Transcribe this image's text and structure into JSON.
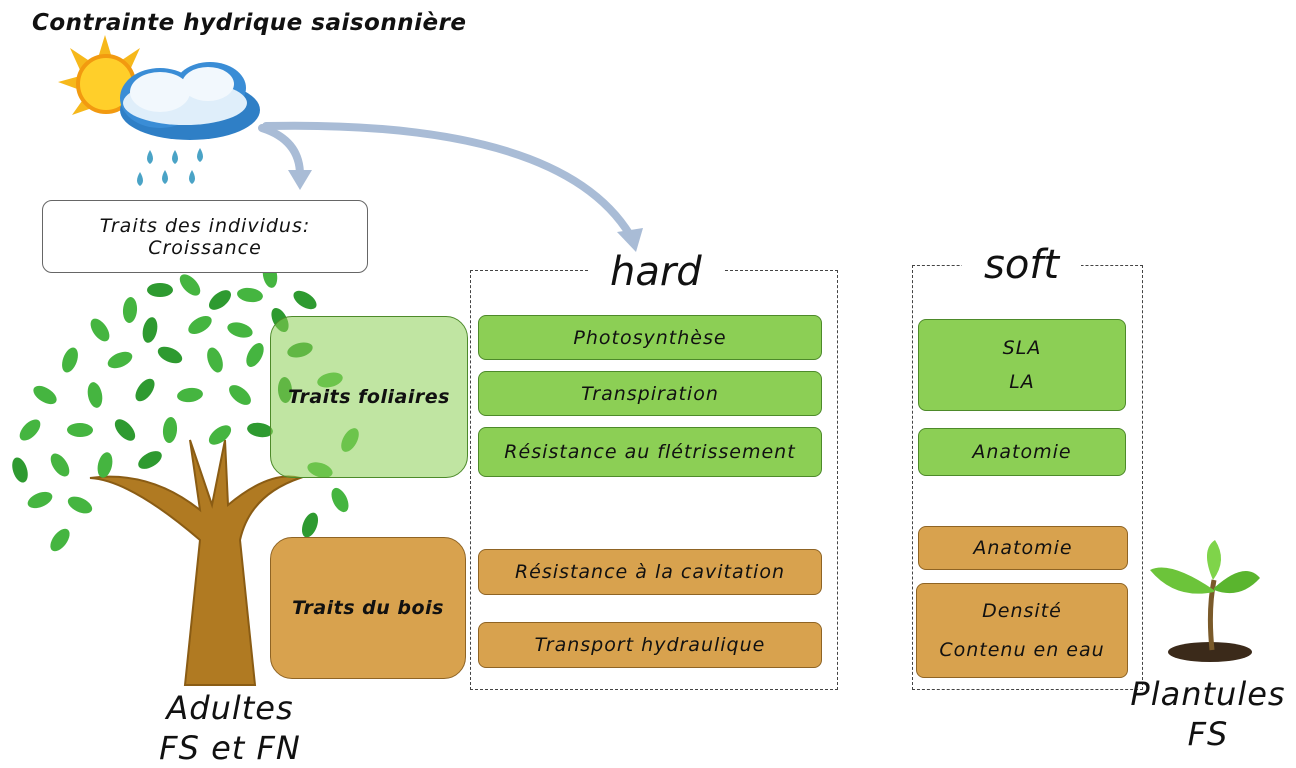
{
  "title": "Contrainte hydrique saisonnière",
  "individus_box": {
    "line1": "Traits des individus:",
    "line2": "Croissance"
  },
  "hard": {
    "title": "hard",
    "leaf_items": [
      "Photosynthèse",
      "Transpiration",
      "Résistance au flétrissement"
    ],
    "wood_items": [
      "Résistance à la cavitation",
      "Transport hydraulique"
    ]
  },
  "soft": {
    "title": "soft",
    "leaf_item1": {
      "line1": "SLA",
      "line2": "LA"
    },
    "leaf_item2": "Anatomie",
    "wood_item1": "Anatomie",
    "wood_item2": {
      "line1": "Densité",
      "line2": "Contenu en eau"
    }
  },
  "traits_foliaires": "Traits foliaires",
  "traits_bois": "Traits du bois",
  "adultes": {
    "line1": "Adultes",
    "line2": "FS et FN"
  },
  "plantules": {
    "line1": "Plantules",
    "line2": "FS"
  },
  "colors": {
    "green": "#8ccf55",
    "brown": "#d8a24e",
    "arrow": "#a9bcd6",
    "leaf": "#3aa53a",
    "trunk": "#b07a22"
  }
}
